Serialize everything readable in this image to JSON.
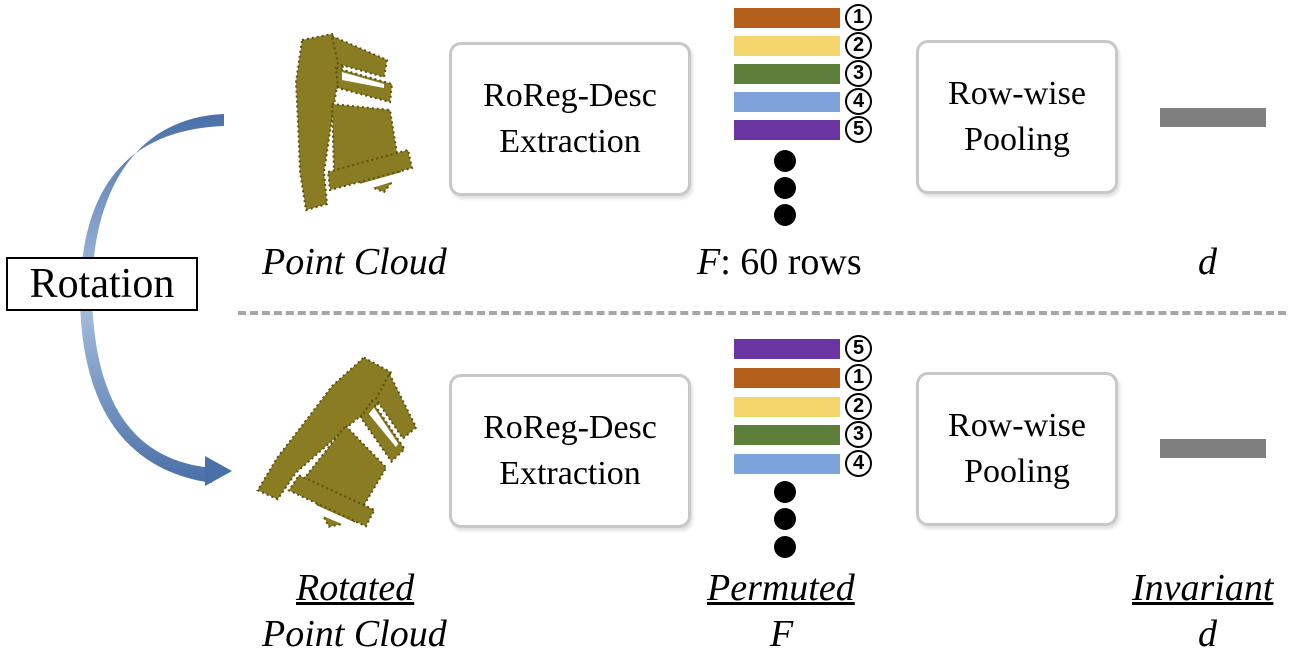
{
  "rotation_label": "Rotation",
  "top_row": {
    "extraction_box": {
      "line1": "RoReg-Desc",
      "line2": "Extraction"
    },
    "pooling_box": {
      "line1": "Row-wise",
      "line2": "Pooling"
    },
    "feature_rows": [
      {
        "number": "1",
        "color": "#b45f1b"
      },
      {
        "number": "2",
        "color": "#f3d56b"
      },
      {
        "number": "3",
        "color": "#5d7f3a"
      },
      {
        "number": "4",
        "color": "#7ea3db"
      },
      {
        "number": "5",
        "color": "#6a35a0"
      }
    ],
    "label_point_cloud": "Point Cloud",
    "label_f": "F",
    "label_f_suffix": ": 60 rows",
    "label_d": "d"
  },
  "bottom_row": {
    "extraction_box": {
      "line1": "RoReg-Desc",
      "line2": "Extraction"
    },
    "pooling_box": {
      "line1": "Row-wise",
      "line2": "Pooling"
    },
    "feature_rows": [
      {
        "number": "5",
        "color": "#6a35a0"
      },
      {
        "number": "1",
        "color": "#b45f1b"
      },
      {
        "number": "2",
        "color": "#f3d56b"
      },
      {
        "number": "3",
        "color": "#5d7f3a"
      },
      {
        "number": "4",
        "color": "#7ea3db"
      }
    ],
    "label_rotated": "Rotated",
    "label_point_cloud": "Point Cloud",
    "label_permuted": "Permuted",
    "label_f": "F",
    "label_invariant": "Invariant",
    "label_d": "d"
  },
  "colors": {
    "arrow": "#5a80b8",
    "point_cloud": "#8a7c22",
    "divider": "#a6a6a6",
    "output_bar": "#7f7f7f",
    "box_border": "#c8c8c8"
  }
}
